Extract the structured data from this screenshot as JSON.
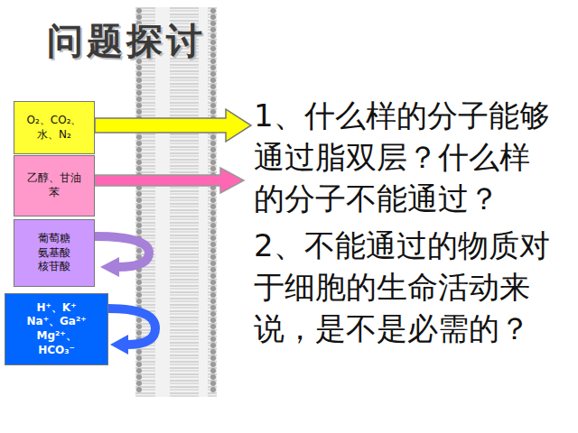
{
  "diagram": {
    "title": "问题探讨",
    "nodes": [
      {
        "text": [
          "O₂、CO₂、水、N₂"
        ]
      },
      {
        "text": [
          "乙醇、甘油 苯"
        ]
      },
      {
        "text": [
          "葡萄糖 氨基酸 核苷酸"
        ]
      },
      {
        "text": [
          "H⁺、K⁺ Na⁺、Ga²⁺ Mg²⁺、HCO₃⁻"
        ]
      }
    ],
    "labels": [
      "1、什么样的分子能够通过脂双层？什么样的分子不能通过？",
      "2、不能通过的物质对于细胞的生命活动来说，是不是必需的？"
    ]
  }
}
